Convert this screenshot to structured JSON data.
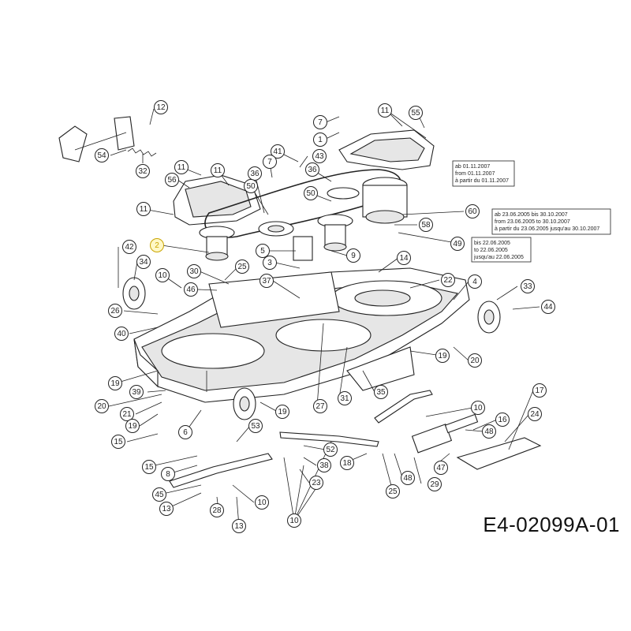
{
  "diagram_code": "E4-02099A-01",
  "callouts": [
    {
      "id": "c12",
      "label": "12"
    },
    {
      "id": "c54a",
      "label": "54"
    },
    {
      "id": "c32",
      "label": "32"
    },
    {
      "id": "c7a",
      "label": "7"
    },
    {
      "id": "c1a",
      "label": "1"
    },
    {
      "id": "c11a",
      "label": "11"
    },
    {
      "id": "c55",
      "label": "55"
    },
    {
      "id": "c11b",
      "label": "11"
    },
    {
      "id": "c41",
      "label": "41"
    },
    {
      "id": "c43",
      "label": "43"
    },
    {
      "id": "c7b",
      "label": "7"
    },
    {
      "id": "c56",
      "label": "56"
    },
    {
      "id": "c11c",
      "label": "11"
    },
    {
      "id": "c36a",
      "label": "36"
    },
    {
      "id": "c36b",
      "label": "36"
    },
    {
      "id": "c50a",
      "label": "50"
    },
    {
      "id": "c50b",
      "label": "50"
    },
    {
      "id": "c11d",
      "label": "11"
    },
    {
      "id": "c60",
      "label": "60"
    },
    {
      "id": "c58",
      "label": "58"
    },
    {
      "id": "c49",
      "label": "49"
    },
    {
      "id": "c2",
      "label": "2"
    },
    {
      "id": "c42",
      "label": "42"
    },
    {
      "id": "c34",
      "label": "34"
    },
    {
      "id": "c5",
      "label": "5"
    },
    {
      "id": "c3",
      "label": "3"
    },
    {
      "id": "c9",
      "label": "9"
    },
    {
      "id": "c14",
      "label": "14"
    },
    {
      "id": "c25a",
      "label": "25"
    },
    {
      "id": "c30",
      "label": "30"
    },
    {
      "id": "c10a",
      "label": "10"
    },
    {
      "id": "c37",
      "label": "37"
    },
    {
      "id": "c46",
      "label": "46"
    },
    {
      "id": "c22",
      "label": "22"
    },
    {
      "id": "c4",
      "label": "4"
    },
    {
      "id": "c33",
      "label": "33"
    },
    {
      "id": "c44",
      "label": "44"
    },
    {
      "id": "c26",
      "label": "26"
    },
    {
      "id": "c40",
      "label": "40"
    },
    {
      "id": "c19a",
      "label": "19"
    },
    {
      "id": "c20a",
      "label": "20"
    },
    {
      "id": "c19b",
      "label": "19"
    },
    {
      "id": "c39",
      "label": "39"
    },
    {
      "id": "c20b",
      "label": "20"
    },
    {
      "id": "c21",
      "label": "21"
    },
    {
      "id": "c19c",
      "label": "19"
    },
    {
      "id": "c6",
      "label": "6"
    },
    {
      "id": "c19d",
      "label": "19"
    },
    {
      "id": "c27",
      "label": "27"
    },
    {
      "id": "c31",
      "label": "31"
    },
    {
      "id": "c35",
      "label": "35"
    },
    {
      "id": "c15a",
      "label": "15"
    },
    {
      "id": "c53",
      "label": "53"
    },
    {
      "id": "c17",
      "label": "17"
    },
    {
      "id": "c10b",
      "label": "10"
    },
    {
      "id": "c16",
      "label": "16"
    },
    {
      "id": "c24",
      "label": "24"
    },
    {
      "id": "c48a",
      "label": "48"
    },
    {
      "id": "c52",
      "label": "52"
    },
    {
      "id": "c15b",
      "label": "15"
    },
    {
      "id": "c8",
      "label": "8"
    },
    {
      "id": "c38",
      "label": "38"
    },
    {
      "id": "c18",
      "label": "18"
    },
    {
      "id": "c47",
      "label": "47"
    },
    {
      "id": "c23",
      "label": "23"
    },
    {
      "id": "c48b",
      "label": "48"
    },
    {
      "id": "c29",
      "label": "29"
    },
    {
      "id": "c45",
      "label": "45"
    },
    {
      "id": "c13a",
      "label": "13"
    },
    {
      "id": "c28",
      "label": "28"
    },
    {
      "id": "c10c",
      "label": "10"
    },
    {
      "id": "c13b",
      "label": "13"
    },
    {
      "id": "c25b",
      "label": "25"
    },
    {
      "id": "c10d",
      "label": "10"
    }
  ],
  "notes": {
    "n60": [
      "ab 01.11.2007",
      "from 01.11.2007",
      "à partir du 01.11.2007"
    ],
    "n58": [
      "ab 23.06.2005 bis 30.10.2007",
      "from 23.06.2005 to 30.10.2007",
      "à partir du 23.06.2005 jusqu'au 30.10.2007"
    ],
    "n49": [
      "bis 22.06.2005",
      "to 22.06.2005",
      "jusqu'au 22.06.2005"
    ]
  }
}
